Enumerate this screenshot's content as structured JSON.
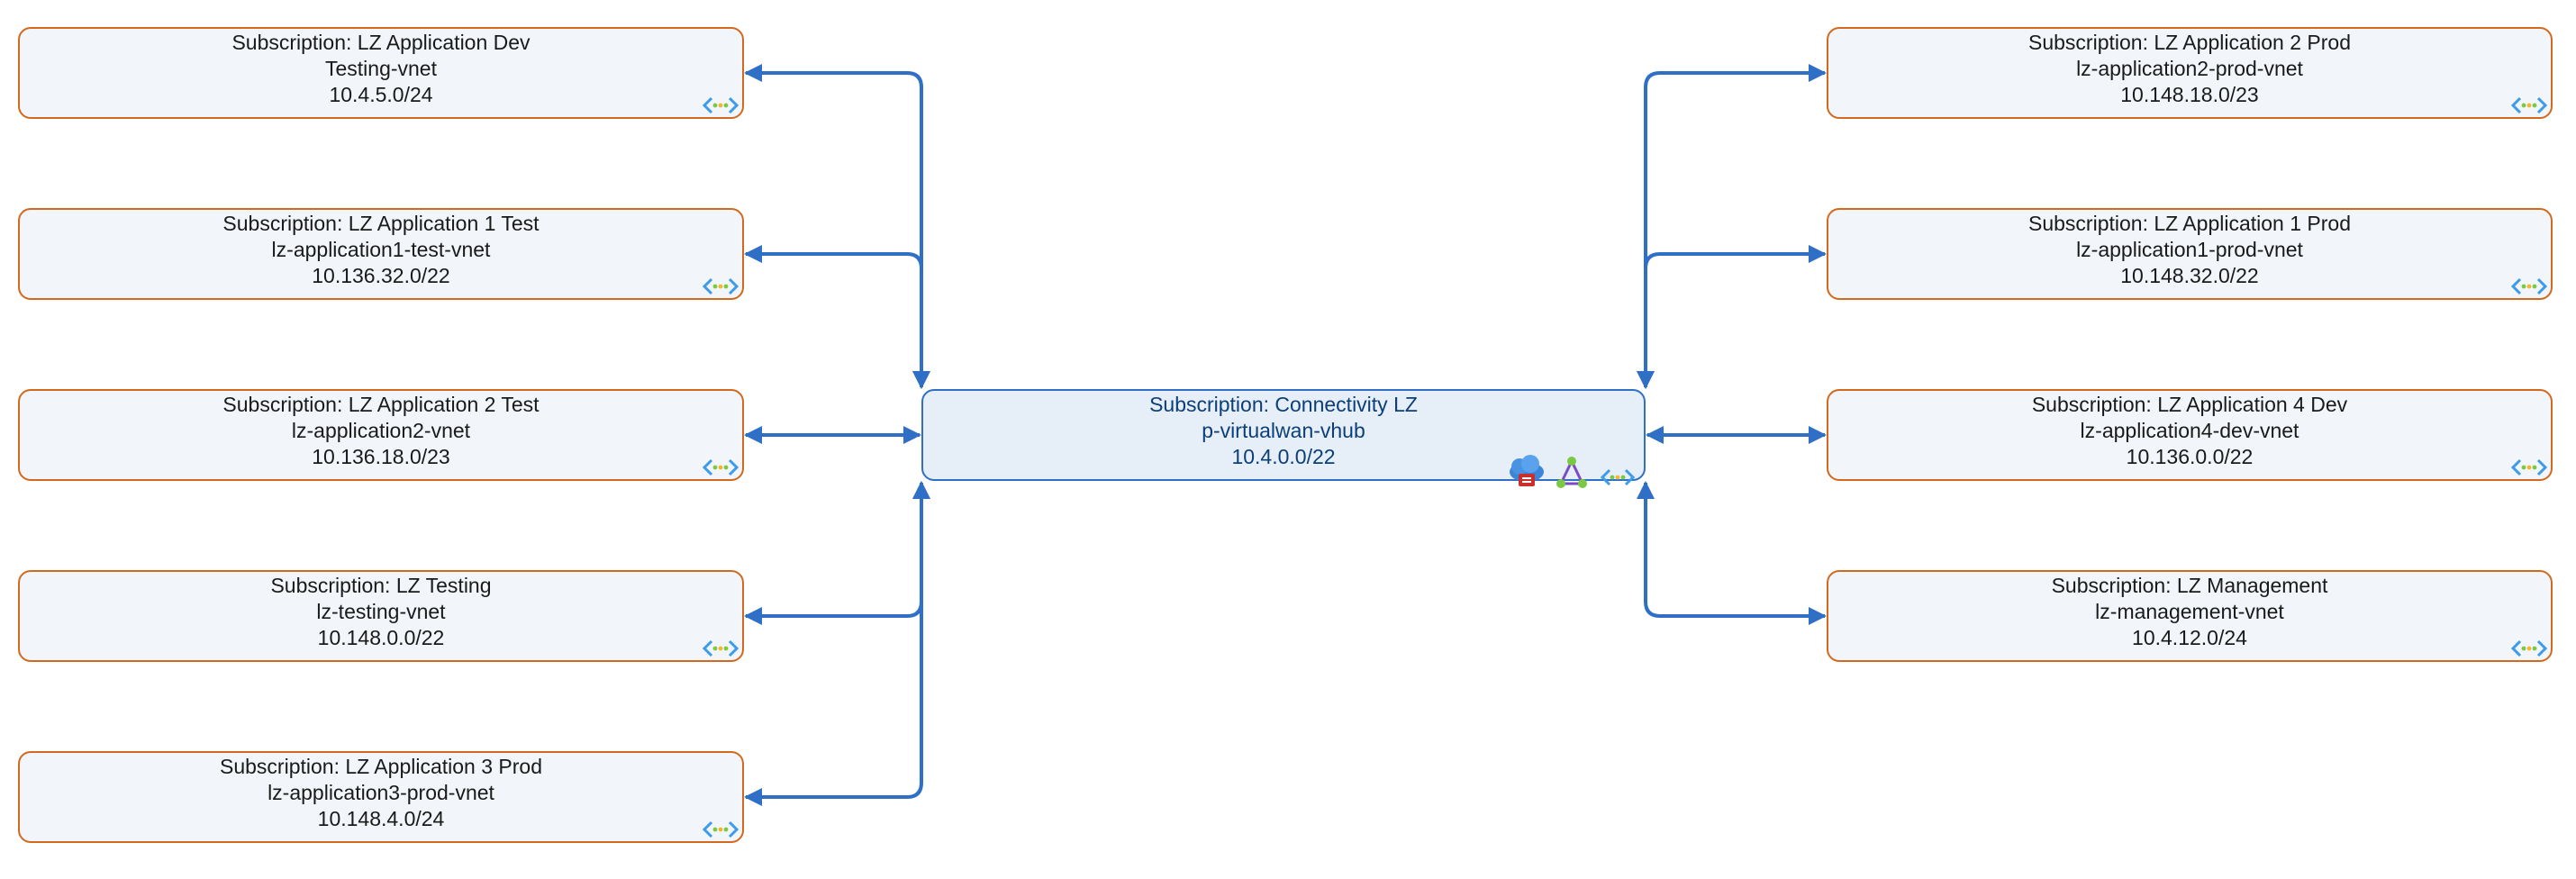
{
  "hub": {
    "subscription": "Subscription: Connectivity LZ",
    "name": "p-virtualwan-vhub",
    "cidr": "10.4.0.0/22",
    "icons": [
      "cloud-gateway-icon",
      "network-triangle-icon",
      "vnet-peering-icon"
    ]
  },
  "spokes": [
    {
      "subscription": "Subscription: LZ Application Dev",
      "name": "Testing-vnet",
      "cidr": "10.4.5.0/24",
      "side": "left"
    },
    {
      "subscription": "Subscription: LZ Application 1 Test",
      "name": "lz-application1-test-vnet",
      "cidr": "10.136.32.0/22",
      "side": "left"
    },
    {
      "subscription": "Subscription: LZ Application 2 Test",
      "name": "lz-application2-vnet",
      "cidr": "10.136.18.0/23",
      "side": "left"
    },
    {
      "subscription": "Subscription: LZ Testing",
      "name": "lz-testing-vnet",
      "cidr": "10.148.0.0/22",
      "side": "left"
    },
    {
      "subscription": "Subscription: LZ Application 3 Prod",
      "name": "lz-application3-prod-vnet",
      "cidr": "10.148.4.0/24",
      "side": "left"
    },
    {
      "subscription": "Subscription: LZ Application 2 Prod",
      "name": "lz-application2-prod-vnet",
      "cidr": "10.148.18.0/23",
      "side": "right"
    },
    {
      "subscription": "Subscription: LZ Application 1 Prod",
      "name": "lz-application1-prod-vnet",
      "cidr": "10.148.32.0/22",
      "side": "right"
    },
    {
      "subscription": "Subscription: LZ Application 4 Dev",
      "name": "lz-application4-dev-vnet",
      "cidr": "10.136.0.0/22",
      "side": "right"
    },
    {
      "subscription": "Subscription: LZ Management",
      "name": "lz-management-vnet",
      "cidr": "10.4.12.0/24",
      "side": "right"
    }
  ],
  "colors": {
    "connector": "#2f6fc5",
    "spoke_border": "#d2691e",
    "spoke_fill": "#f2f5f9",
    "hub_border": "#2f6fc5",
    "hub_fill": "#e6eef8",
    "hub_text": "#0c3f7a"
  }
}
